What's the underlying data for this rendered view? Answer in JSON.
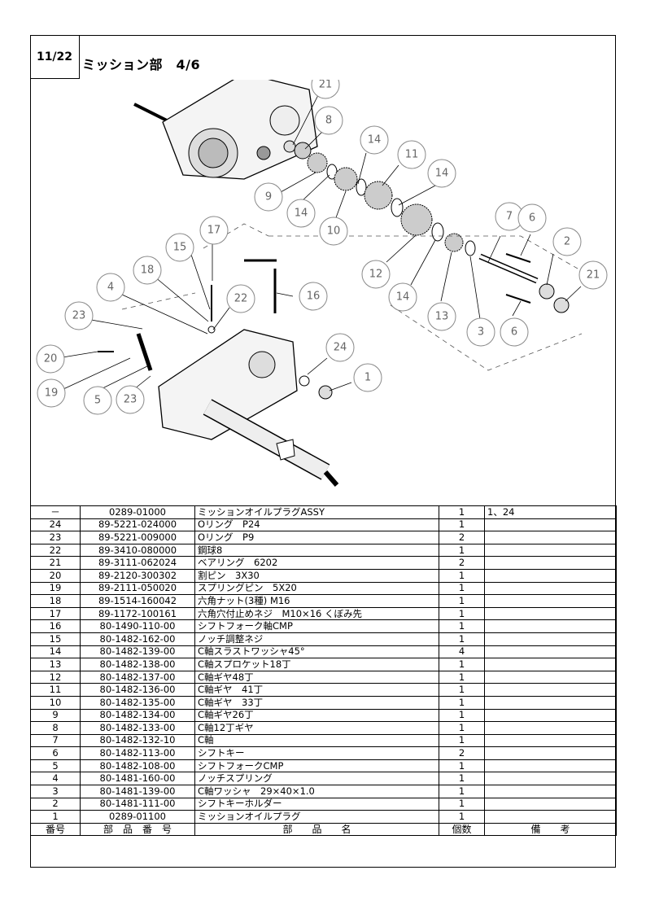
{
  "page_label": "11/22",
  "section_title": "ミッション部　4/6",
  "callouts": [
    "21",
    "8",
    "14",
    "11",
    "14",
    "9",
    "14",
    "10",
    "7",
    "6",
    "2",
    "21",
    "12",
    "14",
    "13",
    "3",
    "6",
    "17",
    "15",
    "18",
    "16",
    "22",
    "4",
    "23",
    "24",
    "20",
    "19",
    "5",
    "23",
    "1"
  ],
  "table": {
    "header": {
      "no": "番号",
      "part_no": "部　品　番　号",
      "name": "部　　品　　名",
      "qty": "個数",
      "remarks": "備　　考"
    },
    "rows": [
      {
        "no": "－",
        "part_no": "0289-01000",
        "name": "ミッションオイルプラグASSY",
        "qty": "1",
        "remarks": "1、24"
      },
      {
        "no": "24",
        "part_no": "89-5221-024000",
        "name": "Oリング　P24",
        "qty": "1",
        "remarks": ""
      },
      {
        "no": "23",
        "part_no": "89-5221-009000",
        "name": "Oリング　P9",
        "qty": "2",
        "remarks": ""
      },
      {
        "no": "22",
        "part_no": "89-3410-080000",
        "name": "鋼球8",
        "qty": "1",
        "remarks": ""
      },
      {
        "no": "21",
        "part_no": "89-3111-062024",
        "name": "ベアリング　6202",
        "qty": "2",
        "remarks": ""
      },
      {
        "no": "20",
        "part_no": "89-2120-300302",
        "name": "割ピン　3X30",
        "qty": "1",
        "remarks": ""
      },
      {
        "no": "19",
        "part_no": "89-2111-050020",
        "name": "スプリングピン　5X20",
        "qty": "1",
        "remarks": ""
      },
      {
        "no": "18",
        "part_no": "89-1514-160042",
        "name": "六角ナット(3種) M16",
        "qty": "1",
        "remarks": ""
      },
      {
        "no": "17",
        "part_no": "89-1172-100161",
        "name": "六角穴付止めネジ　M10×16 くぼみ先",
        "qty": "1",
        "remarks": ""
      },
      {
        "no": "16",
        "part_no": "80-1490-110-00",
        "name": "シフトフォーク軸CMP",
        "qty": "1",
        "remarks": ""
      },
      {
        "no": "15",
        "part_no": "80-1482-162-00",
        "name": "ノッチ調整ネジ",
        "qty": "1",
        "remarks": ""
      },
      {
        "no": "14",
        "part_no": "80-1482-139-00",
        "name": "C軸スラストワッシャ45°",
        "qty": "4",
        "remarks": ""
      },
      {
        "no": "13",
        "part_no": "80-1482-138-00",
        "name": "C軸スプロケット18丁",
        "qty": "1",
        "remarks": ""
      },
      {
        "no": "12",
        "part_no": "80-1482-137-00",
        "name": "C軸ギヤ48丁",
        "qty": "1",
        "remarks": ""
      },
      {
        "no": "11",
        "part_no": "80-1482-136-00",
        "name": "C軸ギヤ　41丁",
        "qty": "1",
        "remarks": ""
      },
      {
        "no": "10",
        "part_no": "80-1482-135-00",
        "name": "C軸ギヤ　33丁",
        "qty": "1",
        "remarks": ""
      },
      {
        "no": "9",
        "part_no": "80-1482-134-00",
        "name": "C軸ギヤ26丁",
        "qty": "1",
        "remarks": ""
      },
      {
        "no": "8",
        "part_no": "80-1482-133-00",
        "name": "C軸12丁ギヤ",
        "qty": "1",
        "remarks": ""
      },
      {
        "no": "7",
        "part_no": "80-1482-132-10",
        "name": "C軸",
        "qty": "1",
        "remarks": ""
      },
      {
        "no": "6",
        "part_no": "80-1482-113-00",
        "name": "シフトキー",
        "qty": "2",
        "remarks": ""
      },
      {
        "no": "5",
        "part_no": "80-1482-108-00",
        "name": "シフトフォークCMP",
        "qty": "1",
        "remarks": ""
      },
      {
        "no": "4",
        "part_no": "80-1481-160-00",
        "name": "ノッチスプリング",
        "qty": "1",
        "remarks": ""
      },
      {
        "no": "3",
        "part_no": "80-1481-139-00",
        "name": "C軸ワッシャ　29×40×1.0",
        "qty": "1",
        "remarks": ""
      },
      {
        "no": "2",
        "part_no": "80-1481-111-00",
        "name": "シフトキーホルダー",
        "qty": "1",
        "remarks": ""
      },
      {
        "no": "1",
        "part_no": "0289-01100",
        "name": "ミッションオイルプラグ",
        "qty": "1",
        "remarks": ""
      }
    ]
  }
}
